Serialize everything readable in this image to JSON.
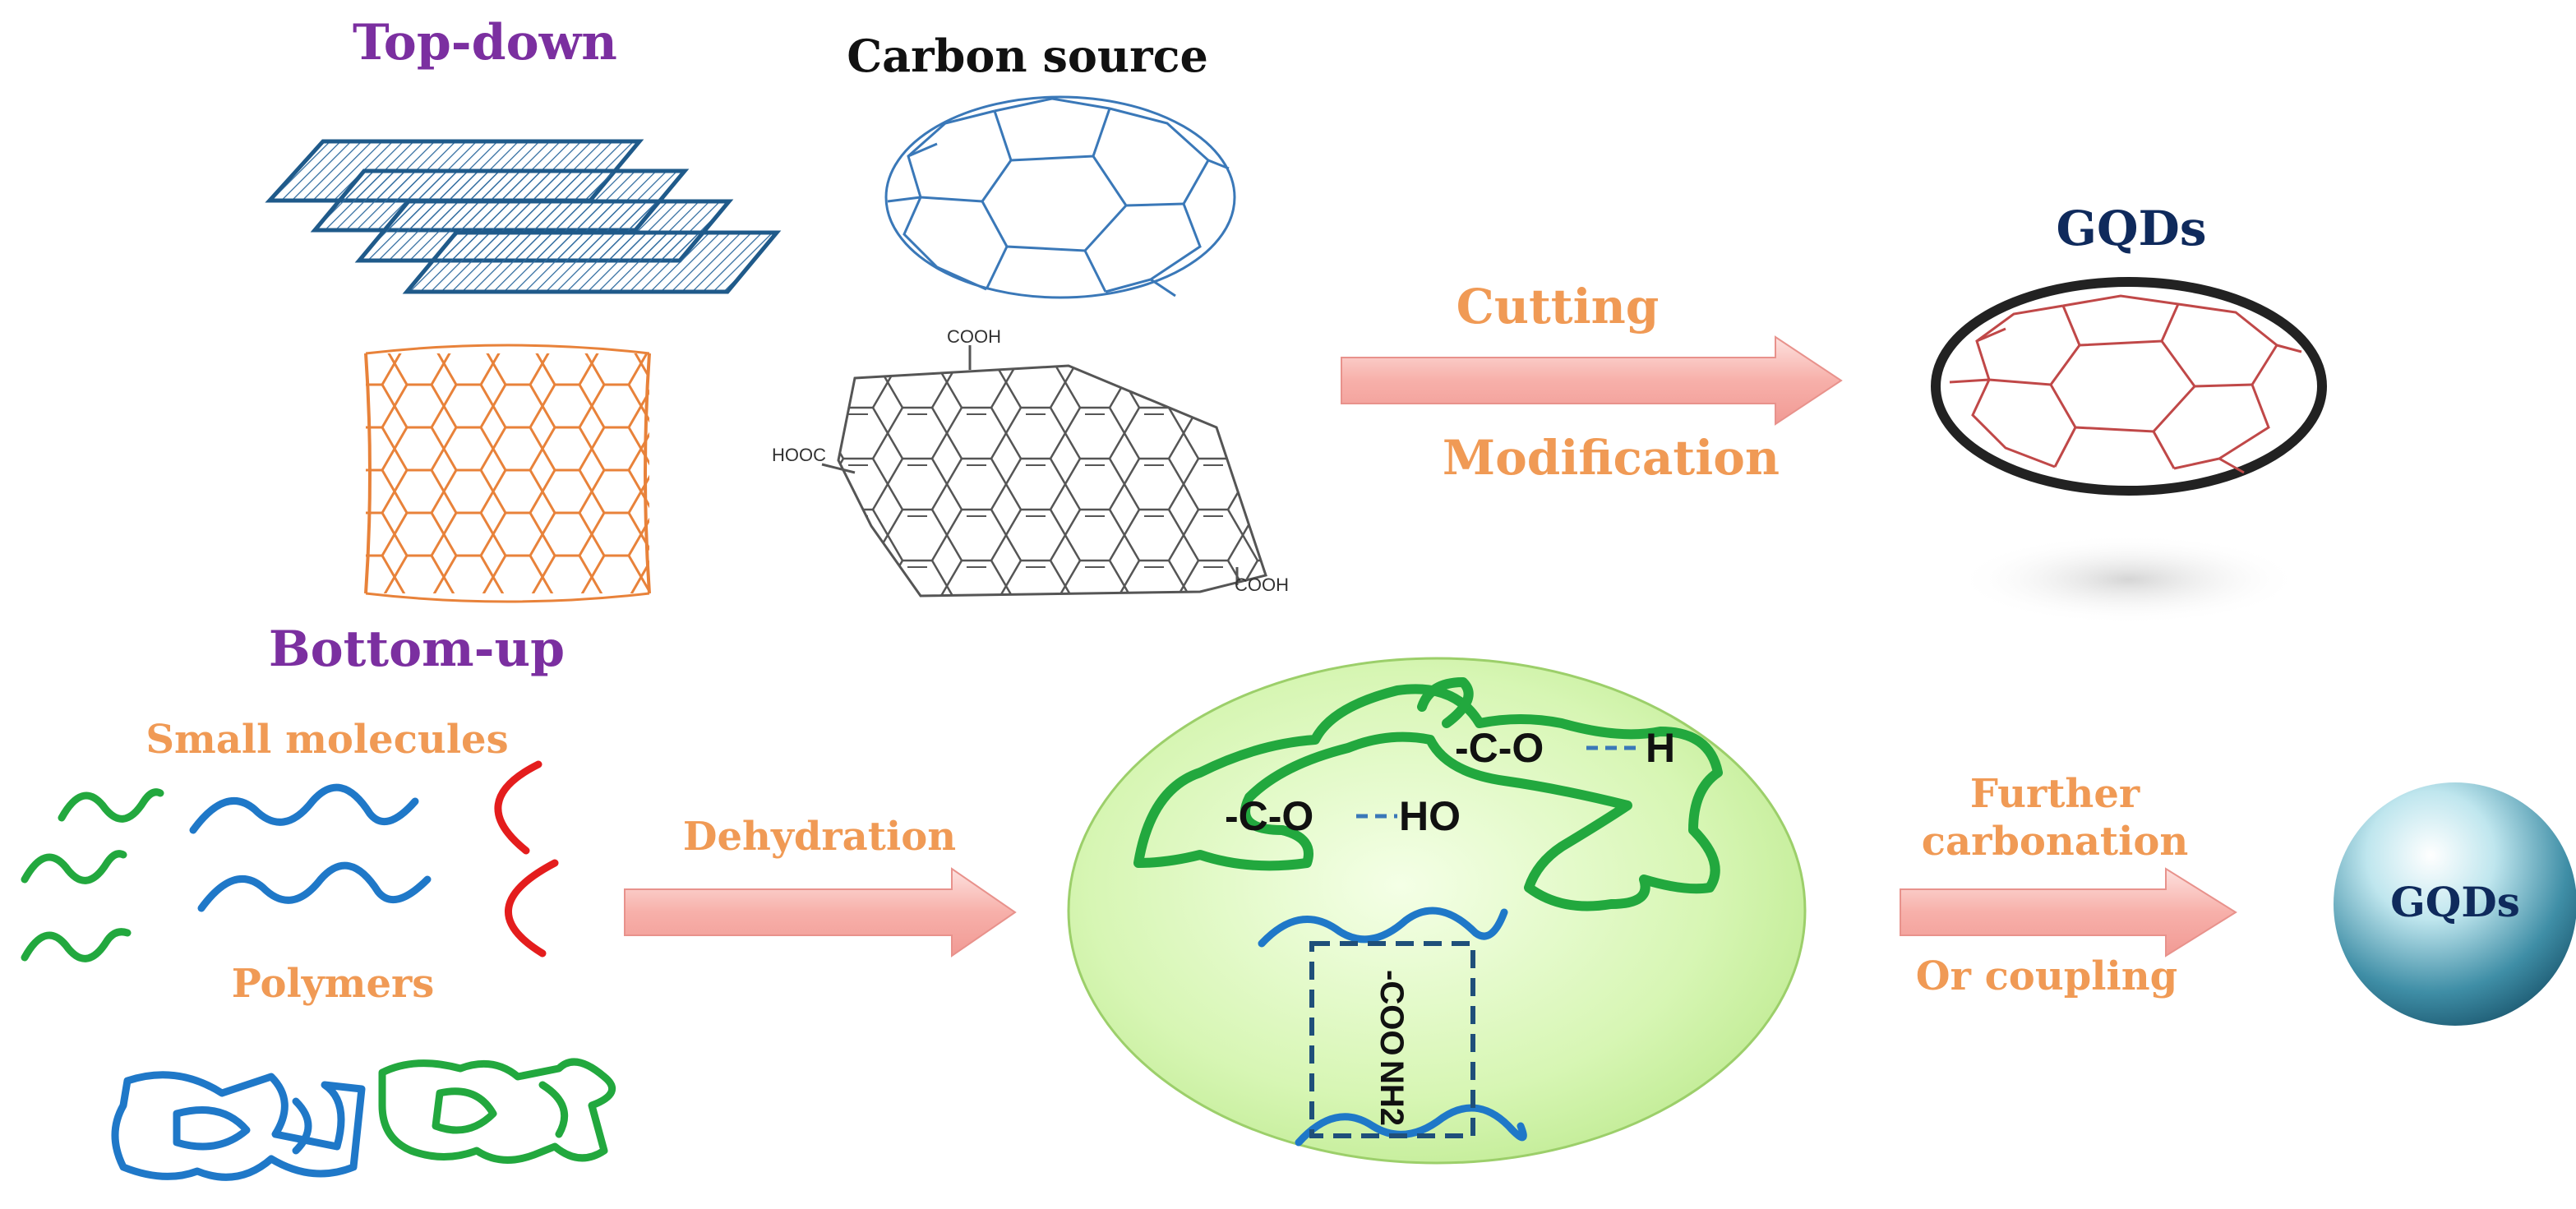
{
  "top_down": {
    "heading": "Top-down",
    "carbon_source": "Carbon source",
    "cooh_top": "COOH",
    "hooc_left": "HOOC",
    "cooh_bottom": "COOH",
    "step_cutting": "Cutting",
    "step_modification": "Modification",
    "product": "GQDs"
  },
  "bottom_up": {
    "heading": "Bottom-up",
    "small_molecules": "Small molecules",
    "polymers": "Polymers",
    "step_dehydration": "Dehydration",
    "bond_left_co": "-C-O",
    "bond_left_ho": "HO",
    "bond_right_co": "-C-O",
    "bond_right_h": "H",
    "coo_label": "-COO",
    "nh2_label": "NH2",
    "step_further_1": "Further",
    "step_further_2": "carbonation",
    "step_or_coupling": "Or  coupling",
    "product": "GQDs"
  },
  "colors": {
    "heading_purple": "#7b2fa0",
    "step_orange": "#f09a55",
    "product_navy": "#0f2a5c",
    "graphene_blue": "#1f5a8a",
    "nanotube_orange": "#e8823a",
    "fullerene_blue": "#3a78b8",
    "fullerene_red": "#c04848",
    "molecule_green": "#22a83e",
    "molecule_blue": "#1f78c8",
    "molecule_red": "#e41d1d",
    "arrow_fill": "#f7b4b0"
  }
}
